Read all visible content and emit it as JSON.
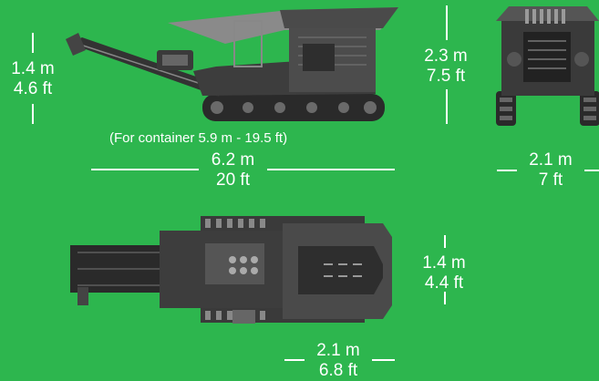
{
  "colors": {
    "background": "#2db64e",
    "text": "#ffffff",
    "machine_dark": "#2a2a2a",
    "machine_mid": "#555555",
    "machine_light": "#9a9a9a"
  },
  "side_view": {
    "height_m": "1.4 m",
    "height_ft": "4.6 ft",
    "container_note": "(For container 5.9 m - 19.5 ft)",
    "length_m": "6.2 m",
    "length_ft": "20 ft"
  },
  "front_view": {
    "height_m": "2.3 m",
    "height_ft": "7.5 ft",
    "width_m": "2.1 m",
    "width_ft": "7 ft"
  },
  "top_view": {
    "width_m": "1.4 m",
    "width_ft": "4.4 ft",
    "length_m": "2.1 m",
    "length_ft": "6.8 ft"
  }
}
